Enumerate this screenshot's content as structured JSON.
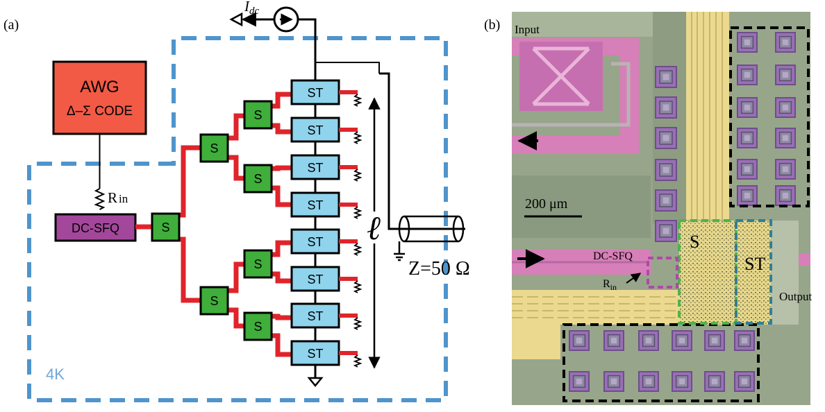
{
  "panel_a": {
    "label": "(a)",
    "awg": {
      "title": "AWG",
      "subtitle": "Δ–Σ CODE"
    },
    "dcsfq_label": "DC-SFQ",
    "rin_label": "R",
    "rin_sub": "in",
    "idc_label": "I",
    "idc_sub": "dc",
    "splitter_label": "S",
    "stack_label": "ST",
    "stack_count": 8,
    "length_symbol": "ℓ",
    "impedance_label": "Z=50 Ω",
    "temperature_label": "4K",
    "colors": {
      "awg": "#f25a45",
      "dcsfq": "#a3479b",
      "splitter": "#3fae3a",
      "stack": "#8fd3ec",
      "wire_red": "#e0242b",
      "dashed_blue": "#4f94cc"
    }
  },
  "panel_b": {
    "label": "(b)",
    "input_label": "Input",
    "scale_label": "200 μm",
    "s_label": "S",
    "st_label": "ST",
    "dcsfq_label": "DC-SFQ",
    "rin_label": "R",
    "rin_sub": "in",
    "output_label": "Output"
  }
}
